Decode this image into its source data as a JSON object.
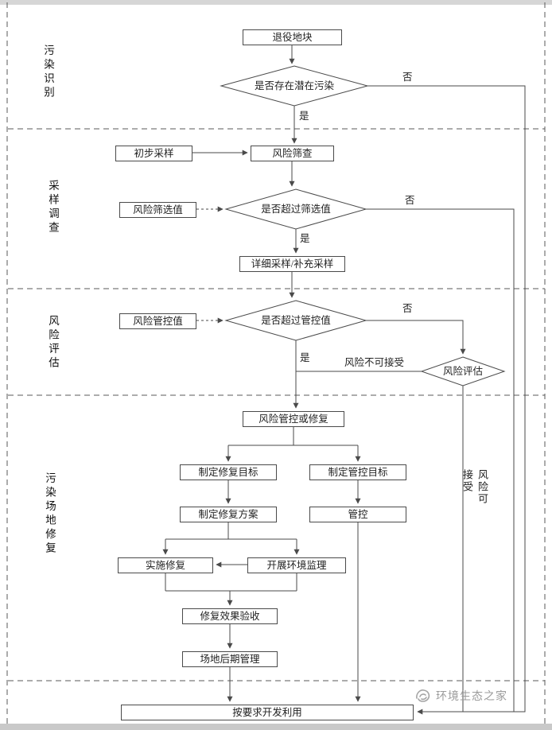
{
  "lanes": {
    "identification": "污染识别",
    "sampling": "采样调查",
    "assessment": "风险评估",
    "remediation": "污染场地修复"
  },
  "nodes": {
    "retired_plot": "退役地块",
    "potential_pollution": "是否存在潜在污染",
    "preliminary_sampling": "初步采样",
    "risk_screening": "风险筛查",
    "screening_value": "风险筛选值",
    "exceed_screening": "是否超过筛选值",
    "detailed_sampling": "详细采样/补充采样",
    "control_value": "风险管控值",
    "exceed_control": "是否超过管控值",
    "risk_assessment": "风险评估",
    "control_or_remediation": "风险管控或修复",
    "remediation_goal": "制定修复目标",
    "control_goal": "制定管控目标",
    "remediation_plan": "制定修复方案",
    "control": "管控",
    "implement_remediation": "实施修复",
    "env_supervision": "开展环境监理",
    "effect_acceptance": "修复效果验收",
    "site_management": "场地后期管理",
    "develop_utilize": "按要求开发利用"
  },
  "labels": {
    "no_1": "否",
    "yes_1": "是",
    "no_2": "否",
    "yes_2": "是",
    "no_3": "否",
    "yes_3": "是",
    "risk_unacceptable": "风险不可接受",
    "risk_acceptable": "风险可接受"
  },
  "watermark": {
    "text": "环境生态之家"
  }
}
